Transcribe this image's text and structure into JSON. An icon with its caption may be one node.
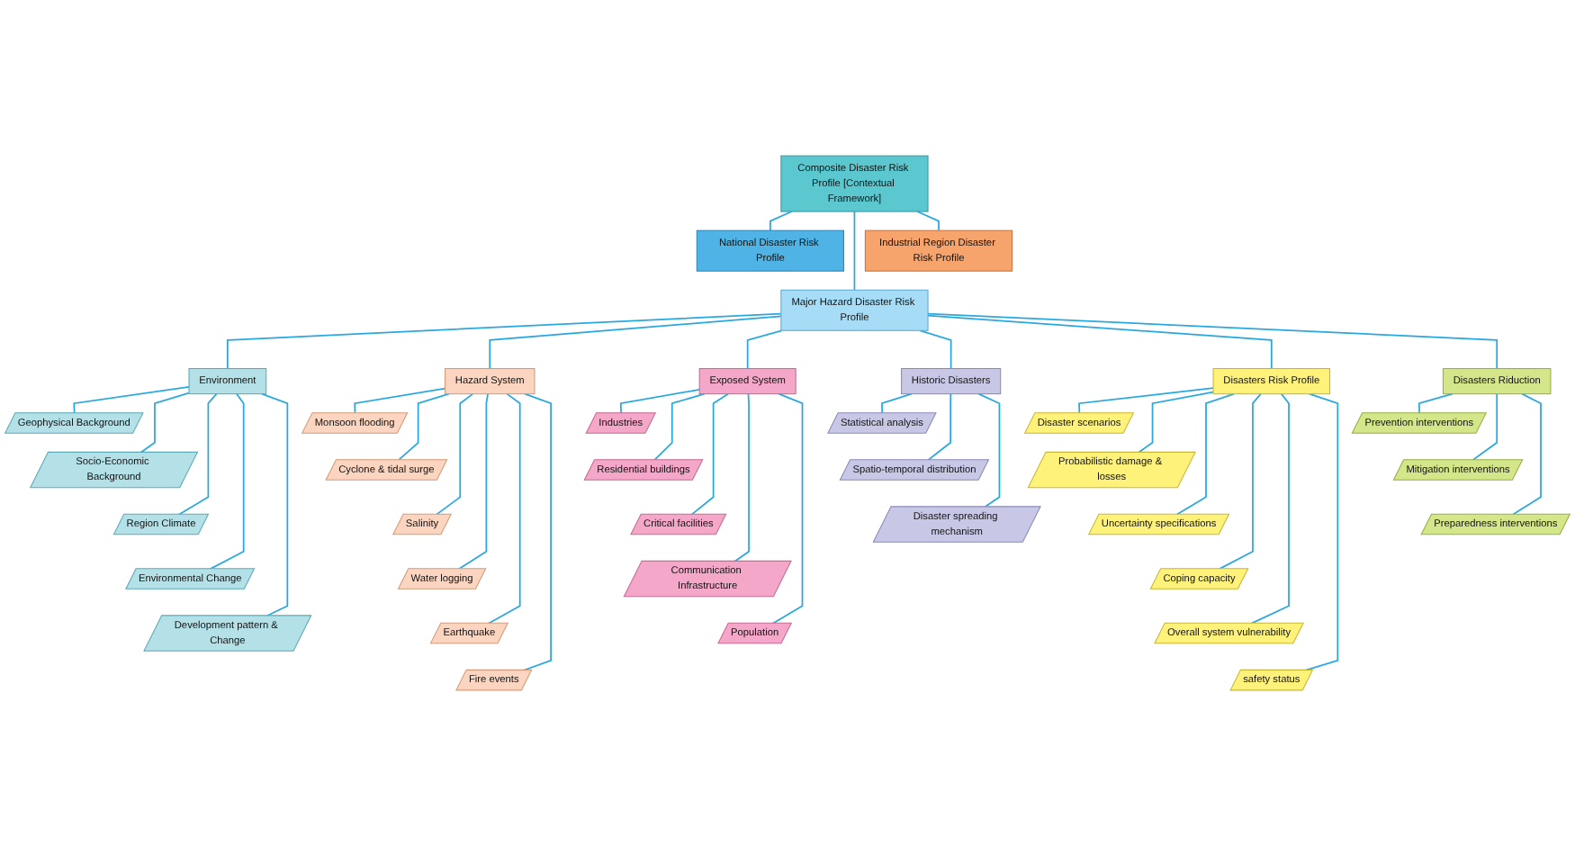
{
  "diagram": {
    "nodes": [
      {
        "text": [
          "Composite Disaster Risk Profile [Contextual Framework]"
        ]
      },
      {
        "text": [
          "National Disaster Risk Profile"
        ]
      },
      {
        "text": [
          "Major Hazard Disaster Risk Profile"
        ]
      },
      {
        "text": [
          "Industrial Region Disaster Risk Profile"
        ]
      },
      {
        "text": [
          "Environment"
        ]
      },
      {
        "text": [
          "Geophysical Background"
        ]
      },
      {
        "text": [
          "Socio-Economic Background"
        ]
      },
      {
        "text": [
          "Region Climate"
        ]
      },
      {
        "text": [
          "Environmental Change"
        ]
      },
      {
        "text": [
          "Development pattern & Change"
        ]
      },
      {
        "text": [
          "Hazard System"
        ]
      },
      {
        "text": [
          "Monsoon flooding"
        ]
      },
      {
        "text": [
          "Cyclone & tidal surge"
        ]
      },
      {
        "text": [
          "Salinity"
        ]
      },
      {
        "text": [
          "Water logging"
        ]
      },
      {
        "text": [
          "Earthquake"
        ]
      },
      {
        "text": [
          "Fire events"
        ]
      },
      {
        "text": [
          "Exposed System"
        ]
      },
      {
        "text": [
          "Industries"
        ]
      },
      {
        "text": [
          "Residential buildings"
        ]
      },
      {
        "text": [
          "Critical facilities"
        ]
      },
      {
        "text": [
          "Communication Infrastructure"
        ]
      },
      {
        "text": [
          "Population"
        ]
      },
      {
        "text": [
          "Historic Disasters"
        ]
      },
      {
        "text": [
          "Statistical analysis"
        ]
      },
      {
        "text": [
          "Spatio-temporal distribution"
        ]
      },
      {
        "text": [
          "Disaster spreading mechanism"
        ]
      },
      {
        "text": [
          "Disasters Risk Profile"
        ]
      },
      {
        "text": [
          "Disaster scenarios"
        ]
      },
      {
        "text": [
          "Probabilistic damage & losses"
        ]
      },
      {
        "text": [
          "Uncertainty specifications"
        ]
      },
      {
        "text": [
          "Coping capacity"
        ]
      },
      {
        "text": [
          "Overall system vulnerability"
        ]
      },
      {
        "text": [
          "safety status"
        ]
      },
      {
        "text": [
          "Disasters Riduction"
        ]
      },
      {
        "text": [
          "Prevention interventions"
        ]
      },
      {
        "text": [
          "Mitigation interventions"
        ]
      },
      {
        "text": [
          "Preparedness interventions"
        ]
      }
    ],
    "edges": [
      {
        "from": 0,
        "to": 1,
        "arrow": "none"
      },
      {
        "from": 0,
        "to": 2,
        "arrow": "none"
      },
      {
        "from": 0,
        "to": 3,
        "arrow": "none"
      },
      {
        "from": 2,
        "to": 4,
        "arrow": "none"
      },
      {
        "from": 2,
        "to": 10,
        "arrow": "none"
      },
      {
        "from": 2,
        "to": 17,
        "arrow": "none"
      },
      {
        "from": 2,
        "to": 23,
        "arrow": "none"
      },
      {
        "from": 2,
        "to": 27,
        "arrow": "none"
      },
      {
        "from": 2,
        "to": 34,
        "arrow": "none"
      },
      {
        "from": 4,
        "to": 5,
        "arrow": "none"
      },
      {
        "from": 4,
        "to": 6,
        "arrow": "none"
      },
      {
        "from": 4,
        "to": 7,
        "arrow": "none"
      },
      {
        "from": 4,
        "to": 8,
        "arrow": "none"
      },
      {
        "from": 4,
        "to": 9,
        "arrow": "none"
      },
      {
        "from": 10,
        "to": 11,
        "arrow": "none"
      },
      {
        "from": 10,
        "to": 12,
        "arrow": "none"
      },
      {
        "from": 10,
        "to": 13,
        "arrow": "none"
      },
      {
        "from": 10,
        "to": 14,
        "arrow": "none"
      },
      {
        "from": 10,
        "to": 15,
        "arrow": "none"
      },
      {
        "from": 10,
        "to": 16,
        "arrow": "none"
      },
      {
        "from": 17,
        "to": 18,
        "arrow": "none"
      },
      {
        "from": 17,
        "to": 19,
        "arrow": "none"
      },
      {
        "from": 17,
        "to": 20,
        "arrow": "none"
      },
      {
        "from": 17,
        "to": 21,
        "arrow": "none"
      },
      {
        "from": 17,
        "to": 22,
        "arrow": "none"
      },
      {
        "from": 23,
        "to": 24,
        "arrow": "none"
      },
      {
        "from": 23,
        "to": 25,
        "arrow": "none"
      },
      {
        "from": 23,
        "to": 26,
        "arrow": "none"
      },
      {
        "from": 27,
        "to": 28,
        "arrow": "none"
      },
      {
        "from": 27,
        "to": 29,
        "arrow": "none"
      },
      {
        "from": 27,
        "to": 30,
        "arrow": "none"
      },
      {
        "from": 27,
        "to": 31,
        "arrow": "none"
      },
      {
        "from": 27,
        "to": 32,
        "arrow": "none"
      },
      {
        "from": 27,
        "to": 33,
        "arrow": "none"
      },
      {
        "from": 34,
        "to": 35,
        "arrow": "none"
      },
      {
        "from": 34,
        "to": 36,
        "arrow": "none"
      },
      {
        "from": 34,
        "to": 37,
        "arrow": "none"
      }
    ]
  }
}
